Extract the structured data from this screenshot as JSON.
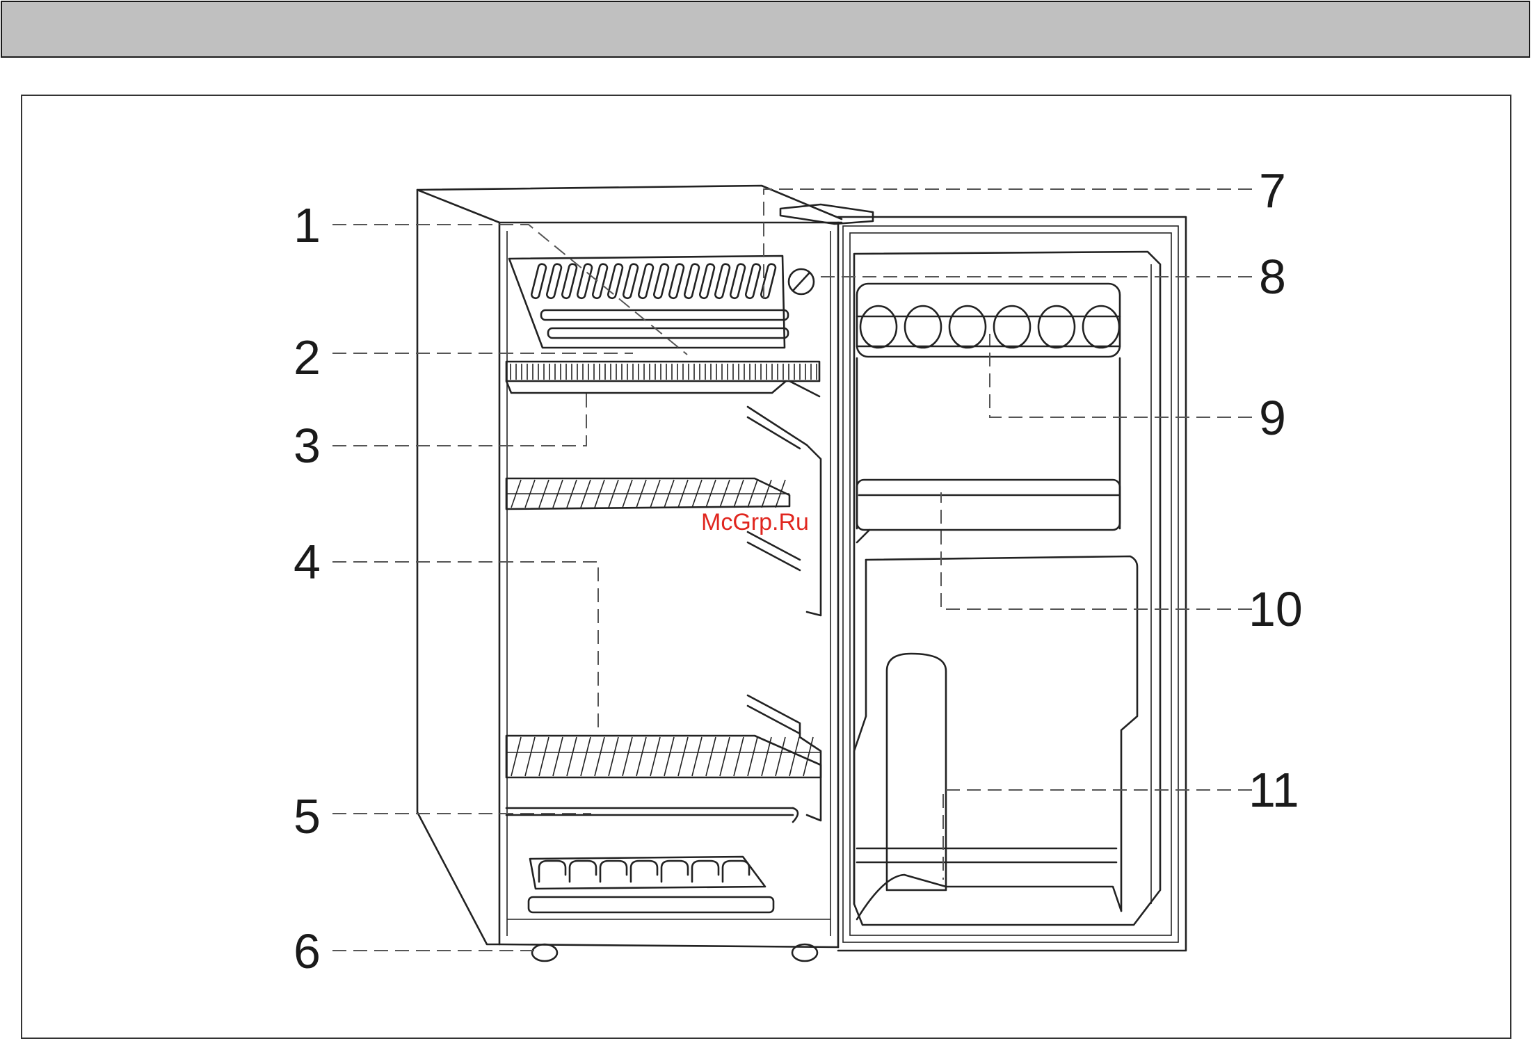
{
  "header": {
    "title": ""
  },
  "diagram": {
    "subject": "refrigerator-with-open-door",
    "watermark": "McGrp.Ru",
    "callouts": [
      {
        "id": "1",
        "label": "1"
      },
      {
        "id": "2",
        "label": "2"
      },
      {
        "id": "3",
        "label": "3"
      },
      {
        "id": "4",
        "label": "4"
      },
      {
        "id": "5",
        "label": "5"
      },
      {
        "id": "6",
        "label": "6"
      },
      {
        "id": "7",
        "label": "7"
      },
      {
        "id": "8",
        "label": "8"
      },
      {
        "id": "9",
        "label": "9"
      },
      {
        "id": "10",
        "label": "10"
      },
      {
        "id": "11",
        "label": "11"
      }
    ]
  },
  "colors": {
    "header_bar": "#c0c0c0",
    "line": "#222222",
    "watermark": "#e0261f"
  }
}
